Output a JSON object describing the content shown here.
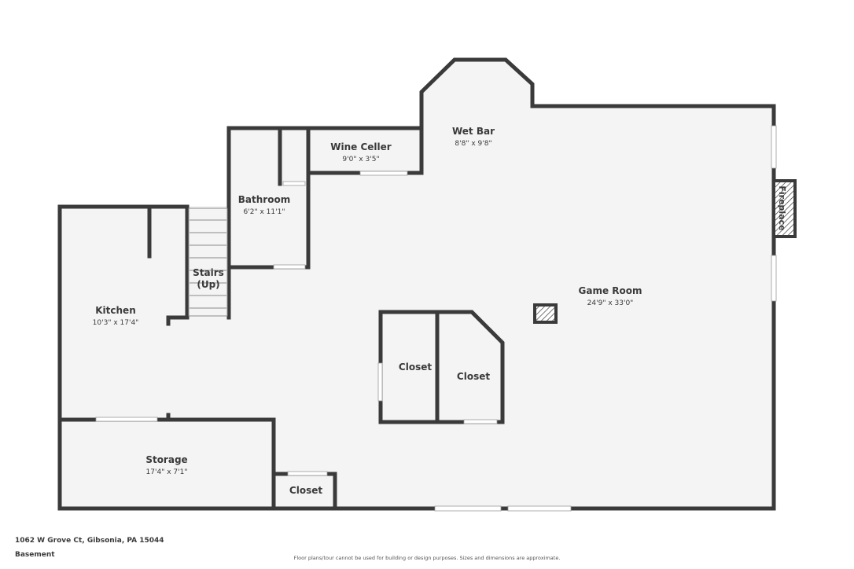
{
  "rooms": [
    {
      "id": "wet-bar",
      "name": "Wet Bar",
      "dims": "8'8\" x 9'8\""
    },
    {
      "id": "wine-cellar",
      "name": "Wine Celler",
      "dims": "9'0\" x 3'5\""
    },
    {
      "id": "bathroom",
      "name": "Bathroom",
      "dims": "6'2\" x 11'1\""
    },
    {
      "id": "stairs",
      "name": "Stairs",
      "dims": "(Up)"
    },
    {
      "id": "kitchen",
      "name": "Kitchen",
      "dims": "10'3\" x 17'4\""
    },
    {
      "id": "game-room",
      "name": "Game Room",
      "dims": "24'9\" x 33'0\""
    },
    {
      "id": "closet-1",
      "name": "Closet",
      "dims": ""
    },
    {
      "id": "closet-2",
      "name": "Closet",
      "dims": ""
    },
    {
      "id": "storage",
      "name": "Storage",
      "dims": "17'4\" x 7'1\""
    },
    {
      "id": "closet-3",
      "name": "Closet",
      "dims": ""
    }
  ],
  "fireplace_label": "Fireplace",
  "footer": {
    "address": "1062 W Grove Ct, Gibsonia, PA 15044",
    "level": "Basement",
    "disclaimer": "Floor plans/tour cannot be used for building or design purposes. Sizes and dimensions are approximate."
  },
  "colors": {
    "wall": "#3a3a3a",
    "floor": "#f4f4f4",
    "window": "#ffffff"
  }
}
